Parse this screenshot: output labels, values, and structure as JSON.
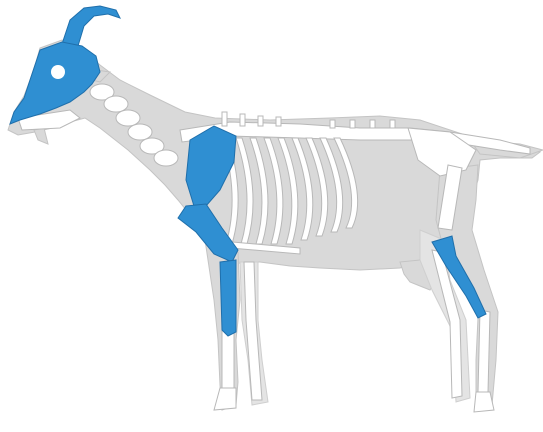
{
  "diagram": {
    "subject": "goat skeleton",
    "colors": {
      "background": "#ffffff",
      "body_silhouette": "#d9d9d9",
      "body_outline": "#c4c4c4",
      "bone": "#ffffff",
      "bone_outline": "#b8b8b8",
      "highlight": "#2f8fd2",
      "highlight_outline": "#1f6fab"
    },
    "highlighted_bones": [
      "skull",
      "horn",
      "scapula",
      "humerus",
      "radius-ulna",
      "tibia"
    ]
  }
}
